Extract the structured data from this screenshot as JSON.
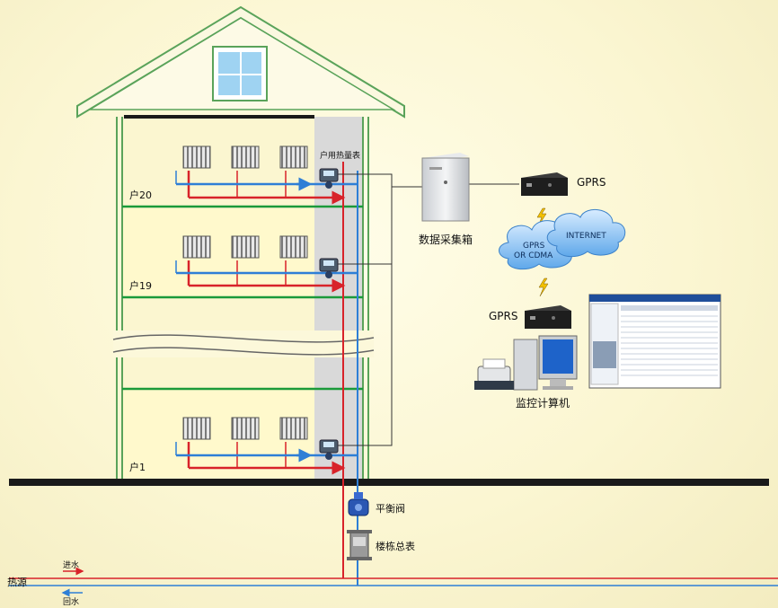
{
  "labels": {
    "meter": "户用热量表",
    "unit20": "户20",
    "unit19": "户19",
    "unit1": "户1",
    "collector": "数据采集箱",
    "gprs_top": "GPRS",
    "gprs_bottom": "GPRS",
    "cloud_gprs_line1": "GPRS",
    "cloud_gprs_line2": "OR CDMA",
    "cloud_internet": "INTERNET",
    "monitor": "监控计算机",
    "balance_valve": "平衡阀",
    "building_meter": "楼栋总表",
    "supply": "进水",
    "return": "回水",
    "heat_source": "热源"
  },
  "colors": {
    "supply_pipe": "#d8232a",
    "return_pipe": "#2e7fd6",
    "floor_slab": "#1a9a3a",
    "wall_outline": "#5aa35a",
    "shaft": "#d9d9d9",
    "ground": "#1a1a1a"
  },
  "icons": [
    "radiator-icon",
    "heat-meter-icon",
    "collector-box-icon",
    "gprs-modem-icon",
    "cloud-icon",
    "lightning-icon",
    "pc-icon",
    "printer-icon",
    "software-screenshot",
    "balance-valve-icon",
    "building-meter-icon",
    "window-icon"
  ]
}
